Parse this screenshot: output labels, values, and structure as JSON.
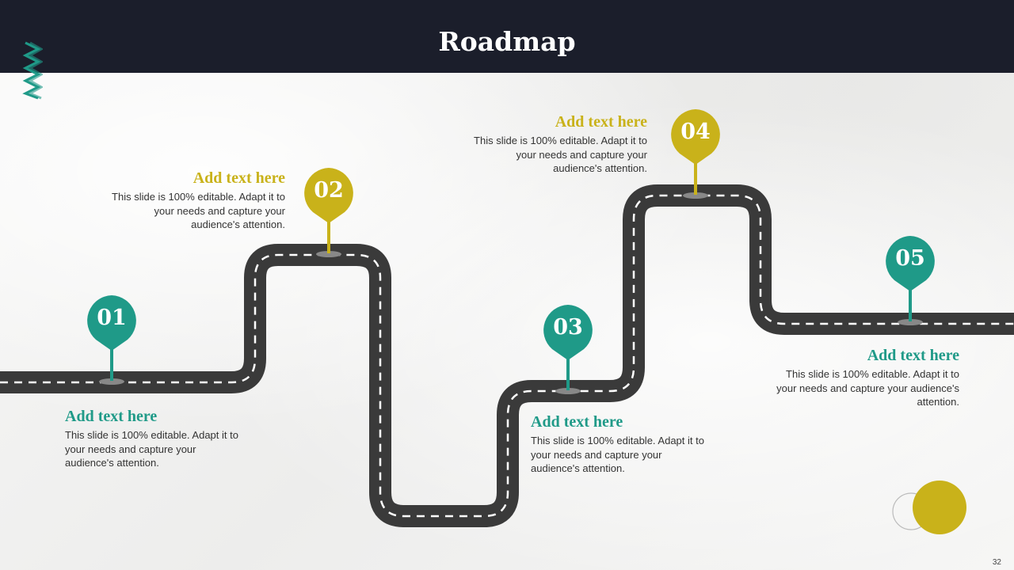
{
  "slide": {
    "title": "Roadmap",
    "page_number": "32"
  },
  "colors": {
    "header_bg": "#1b1e2b",
    "teal": "#1f9a88",
    "gold": "#c9b21a",
    "road": "#3a3a3a"
  },
  "icons": {
    "zigzag": "zigzag-pattern-icon",
    "pin": "map-pin-icon",
    "decor": "circle-decoration-icon"
  },
  "milestones": [
    {
      "number": "01",
      "heading": "Add text here",
      "body": "This slide is 100% editable. Adapt it to your needs and capture your audience's attention.",
      "color": "teal"
    },
    {
      "number": "02",
      "heading": "Add text here",
      "body": "This slide is 100% editable. Adapt it to your needs and capture your audience's attention.",
      "color": "gold"
    },
    {
      "number": "03",
      "heading": "Add text here",
      "body": "This slide is 100% editable. Adapt it to your needs and capture your audience's attention.",
      "color": "teal"
    },
    {
      "number": "04",
      "heading": "Add text here",
      "body": "This slide is 100% editable. Adapt it to your needs and capture your audience's attention.",
      "color": "gold"
    },
    {
      "number": "05",
      "heading": "Add text here",
      "body": "This slide is 100% editable. Adapt it to your needs and capture your audience's attention.",
      "color": "teal"
    }
  ]
}
